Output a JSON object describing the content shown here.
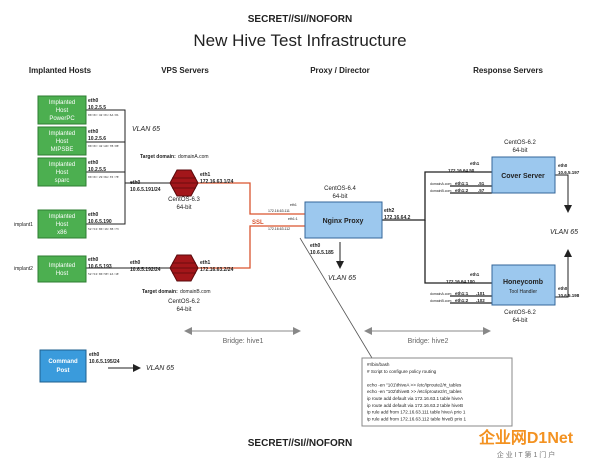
{
  "header": {
    "classification": "SECRET//SI//NOFORN",
    "title": "New Hive Test Infrastructure"
  },
  "columns": {
    "implanted_hosts": "Implanted Hosts",
    "vps_servers": "VPS Servers",
    "proxy_director": "Proxy / Director",
    "response_servers": "Response Servers"
  },
  "hosts": [
    {
      "line1": "Implanted",
      "line2": "Host",
      "line3": "PowerPC",
      "iface": "eth0",
      "ip": "10.2.5.5",
      "mac": "00:0C:42:01:6A:01"
    },
    {
      "line1": "Implanted",
      "line2": "Host",
      "line3": "MIPSBE",
      "iface": "eth0",
      "ip": "10.2.5.6",
      "mac": "00:0C:42:AD:7B:0E"
    },
    {
      "line1": "Implanted",
      "line2": "Host",
      "line3": "sparc",
      "iface": "eth0",
      "ip": "10.2.5.5",
      "mac": "00:0C:29:8A:35:7E"
    },
    {
      "line1": "Implanted",
      "line2": "Host",
      "line3": "x86",
      "iface": "eth0",
      "ip": "10.6.5.190",
      "mac": "52:54:00:16:3B:73"
    },
    {
      "line1": "Implanted",
      "line2": "Host",
      "line3": "",
      "iface": "eth0",
      "ip": "10.6.5.193",
      "mac": "52:54:00:5E:2A:1E"
    }
  ],
  "side_labels": {
    "implant1": "implant1",
    "implant2": "implant2"
  },
  "vlan": {
    "vlan_a": "VLAN 65",
    "vlan_b": "VLAN 65",
    "vlan_c": "VLAN 65",
    "vlan_d": "VLAN 65"
  },
  "vps": [
    {
      "target": "Target domain:",
      "domain": "domainA.com",
      "os": "CentOS-6.3",
      "bits": "64-bit",
      "eth0": "eth0",
      "ip0": "10.6.5.191/24",
      "eth1": "eth1",
      "ip1": "172.16.63.1/24"
    },
    {
      "target": "Target domain:",
      "domain": "domainB.com",
      "os": "CentOS-6.2",
      "bits": "64-bit",
      "eth0": "eth0",
      "ip0": "10.6.5.192/24",
      "eth1": "eth1",
      "ip1": "172.16.63.2/24"
    }
  ],
  "ssl": "SSL",
  "proxy": {
    "os": "CentOS-6.4",
    "bits": "64-bit",
    "label": "Nginx Proxy",
    "eth0": "eth0",
    "ip0": "10.6.5.185",
    "eth1a": "eth1",
    "ip1a": "172.16.63.111",
    "eth1b": "eth1:1",
    "ip1b": "172.16.63.112",
    "eth2": "eth2",
    "ip2": "172.16.64.2"
  },
  "cover": {
    "os": "CentOS-6.2",
    "bits": "64-bit",
    "label": "Cover Server",
    "eth1": "eth1",
    "ip1": "172.16.64.50",
    "domA": "domainA.com",
    "eth1_1": "eth1:1",
    "ip1_1": ".51",
    "domB": "domainB.com",
    "eth1_2": "eth1:2",
    "ip1_2": ".57",
    "eth0": "eth0",
    "ip0": "10.6.5.197"
  },
  "honeycomb": {
    "os": "CentOS-6.2",
    "bits": "64-bit",
    "label": "Honeycomb",
    "sub": "Tool Handler",
    "eth1": "eth1",
    "ip1": "172.16.64.100",
    "domA": "domainA.com",
    "eth1_1": "eth1:1",
    "ip1_1": ".101",
    "domB": "domainB.com",
    "eth1_2": "eth1:2",
    "ip1_2": ".102",
    "eth0": "eth0",
    "ip0": "10.6.5.198"
  },
  "bridges": {
    "hive1": "Bridge: hive1",
    "hive2": "Bridge: hive2"
  },
  "command_post": {
    "line1": "Command",
    "line2": "Post",
    "iface": "eth0",
    "ip": "10.6.5.195/24"
  },
  "script": [
    "#!/bin/bash",
    "# Script to configure policy routing",
    "",
    "echo -en \"101\\thiveA >> /etc/iproute2/rt_tables",
    "echo -en \"102\\thiveB >> /etc/iproute2/rt_tables",
    "ip route add default via 172.16.63.1 table hiveA",
    "ip route add default via 172.16.63.2 table hiveB",
    "ip rule add from 172.16.63.111 table hiveA prio 1",
    "ip rule add from 172.16.63.112 table hiveB prio 1"
  ],
  "footer": {
    "classification": "SECRET//SI//NOFORN"
  },
  "watermark": {
    "brand": "企业网D1Net",
    "sub": "企 业 I T 第 1 门 户"
  },
  "colors": {
    "green": "#4caf50",
    "blue": "#3a9bdc",
    "red_link": "#d9542f",
    "hex_red": "#a3161a"
  }
}
